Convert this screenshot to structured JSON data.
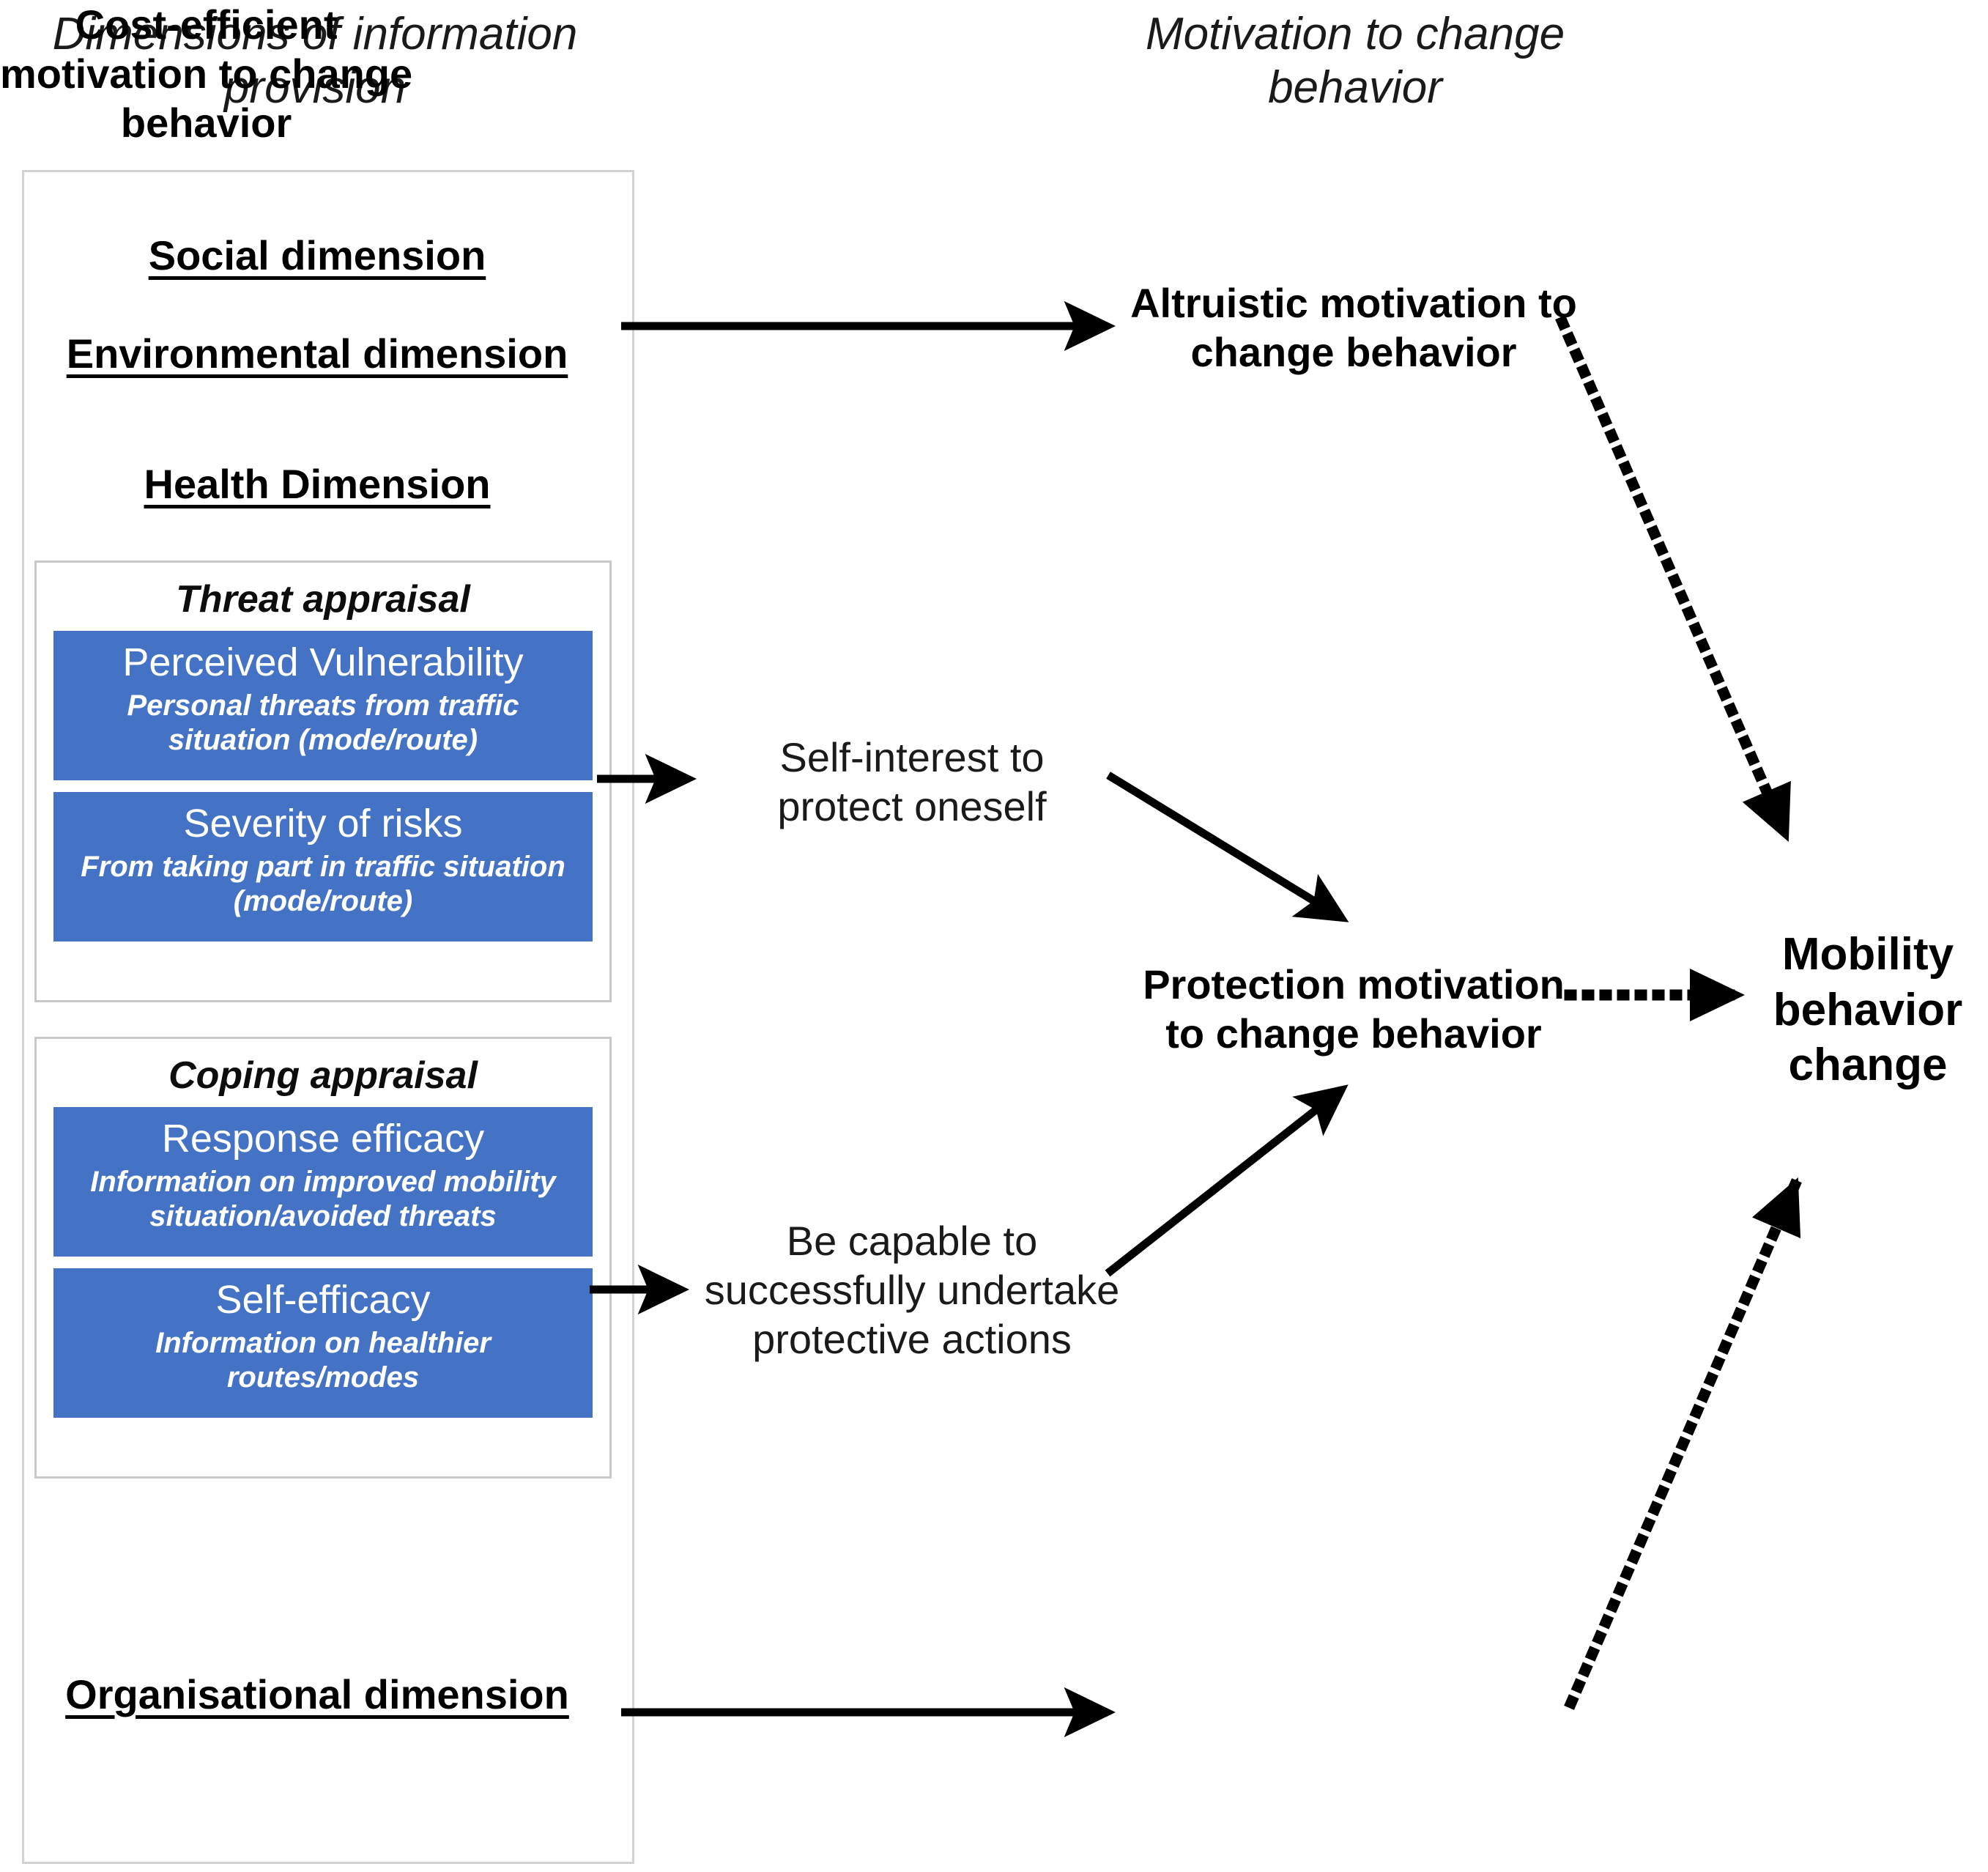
{
  "headers": {
    "left": "Dimensions of information\nprovision",
    "right": "Motivation to change\nbehavior"
  },
  "dimensions": {
    "social": "Social dimension",
    "environmental": "Environmental dimension",
    "health": "Health Dimension",
    "organisational": "Organisational dimension"
  },
  "appraisals": [
    {
      "id": "threat",
      "title": "Threat appraisal",
      "cards": [
        {
          "id": "perceived-vulnerability",
          "title": "Perceived Vulnerability",
          "subtitle": "Personal threats from traffic\nsituation (mode/route)"
        },
        {
          "id": "severity-of-risks",
          "title": "Severity of risks",
          "subtitle": "From taking part in traffic situation\n(mode/route)"
        }
      ]
    },
    {
      "id": "coping",
      "title": "Coping appraisal",
      "cards": [
        {
          "id": "response-efficacy",
          "title": "Response efficacy",
          "subtitle": "Information on improved mobility\nsituation/avoided threats"
        },
        {
          "id": "self-efficacy",
          "title": "Self-efficacy",
          "subtitle": "Information on healthier\nroutes/modes"
        }
      ]
    }
  ],
  "mediators": {
    "self_interest": "Self-interest to\nprotect oneself",
    "be_capable": "Be capable to\nsuccessfully undertake\nprotective actions"
  },
  "motivations": {
    "altruistic": "Altruistic motivation to\nchange behavior",
    "protection": "Protection motivation\nto change behavior",
    "cost_efficient": "Cost-efficient\nmotivation to change\nbehavior"
  },
  "outcome": {
    "mobility": "Mobility\nbehavior\nchange"
  },
  "edges": [
    {
      "id": "social-env-to-altruistic",
      "style": "solid",
      "from": "Social/Environmental dimension",
      "to": "Altruistic motivation to change behavior"
    },
    {
      "id": "threat-to-self-interest",
      "style": "solid",
      "from": "Threat appraisal",
      "to": "Self-interest to protect oneself"
    },
    {
      "id": "coping-to-be-capable",
      "style": "solid",
      "from": "Coping appraisal",
      "to": "Be capable to successfully undertake protective actions"
    },
    {
      "id": "self-interest-to-protection",
      "style": "solid",
      "from": "Self-interest to protect oneself",
      "to": "Protection motivation to change behavior"
    },
    {
      "id": "be-capable-to-protection",
      "style": "solid",
      "from": "Be capable to successfully undertake protective actions",
      "to": "Protection motivation to change behavior"
    },
    {
      "id": "organisational-to-cost",
      "style": "solid",
      "from": "Organisational dimension",
      "to": "Cost-efficient motivation to change behavior"
    },
    {
      "id": "altruistic-to-mobility",
      "style": "dotted",
      "from": "Altruistic motivation to change behavior",
      "to": "Mobility behavior change"
    },
    {
      "id": "protection-to-mobility",
      "style": "dotted",
      "from": "Protection motivation to change behavior",
      "to": "Mobility behavior change"
    },
    {
      "id": "cost-to-mobility",
      "style": "dotted",
      "from": "Cost-efficient motivation to change behavior",
      "to": "Mobility behavior change"
    }
  ],
  "colors": {
    "card_blue": "#4472C4",
    "card_text": "#FFFFFF",
    "box_border": "#C8C8C8",
    "arrow": "#000000",
    "background": "#FFFFFF"
  }
}
